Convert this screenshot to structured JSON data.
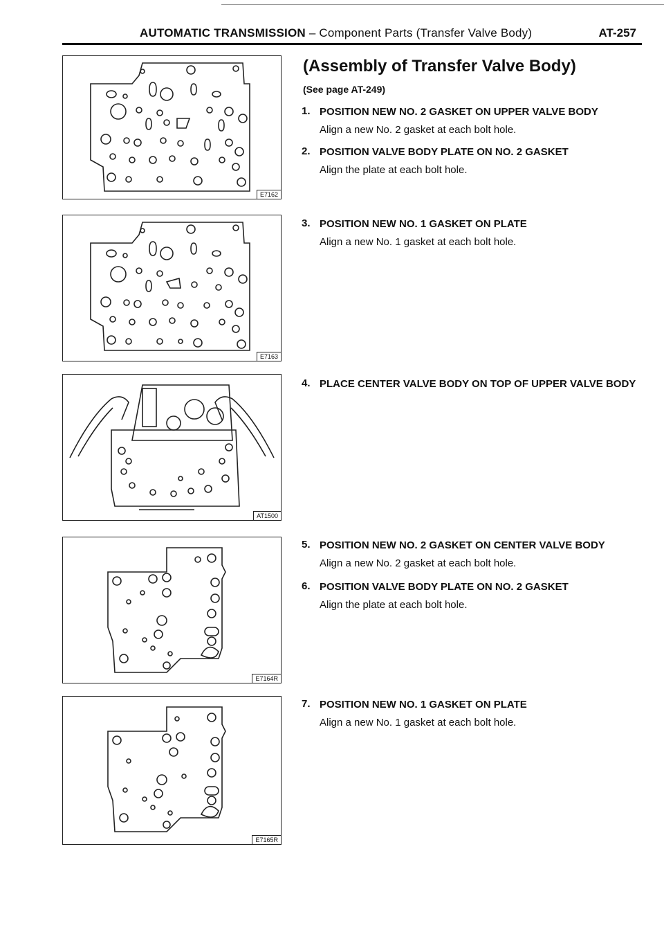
{
  "header": {
    "section_bold": "AUTOMATIC TRANSMISSION",
    "section_rest": " – Component Parts (Transfer Valve Body)",
    "page_number": "AT-257"
  },
  "content": {
    "title": "(Assembly of Transfer Valve Body)",
    "see_page": "(See page AT-249)",
    "steps": [
      {
        "num": "1.",
        "title": "POSITION NEW NO. 2 GASKET ON UPPER VALVE BODY",
        "desc": "Align a new No. 2 gasket at each bolt hole."
      },
      {
        "num": "2.",
        "title": "POSITION VALVE BODY PLATE ON NO. 2 GASKET",
        "desc": "Align the plate at each bolt hole."
      },
      {
        "num": "3.",
        "title": "POSITION NEW NO. 1 GASKET ON PLATE",
        "desc": "Align a new No. 1 gasket at each bolt hole."
      },
      {
        "num": "4.",
        "title": "PLACE CENTER VALVE BODY ON TOP OF UPPER VALVE BODY",
        "desc": ""
      },
      {
        "num": "5.",
        "title": "POSITION NEW NO. 2 GASKET ON CENTER VALVE BODY",
        "desc": "Align a new No. 2 gasket at each bolt hole."
      },
      {
        "num": "6.",
        "title": "POSITION VALVE BODY PLATE ON NO. 2 GASKET",
        "desc": "Align the plate at each bolt hole."
      },
      {
        "num": "7.",
        "title": "POSITION NEW NO. 1 GASKET ON PLATE",
        "desc": "Align a new No. 1 gasket at each bolt hole."
      }
    ]
  },
  "figures": [
    {
      "code": "E7162"
    },
    {
      "code": "E7163"
    },
    {
      "code": "AT1500"
    },
    {
      "code": "E7164R"
    },
    {
      "code": "E7165R"
    }
  ]
}
